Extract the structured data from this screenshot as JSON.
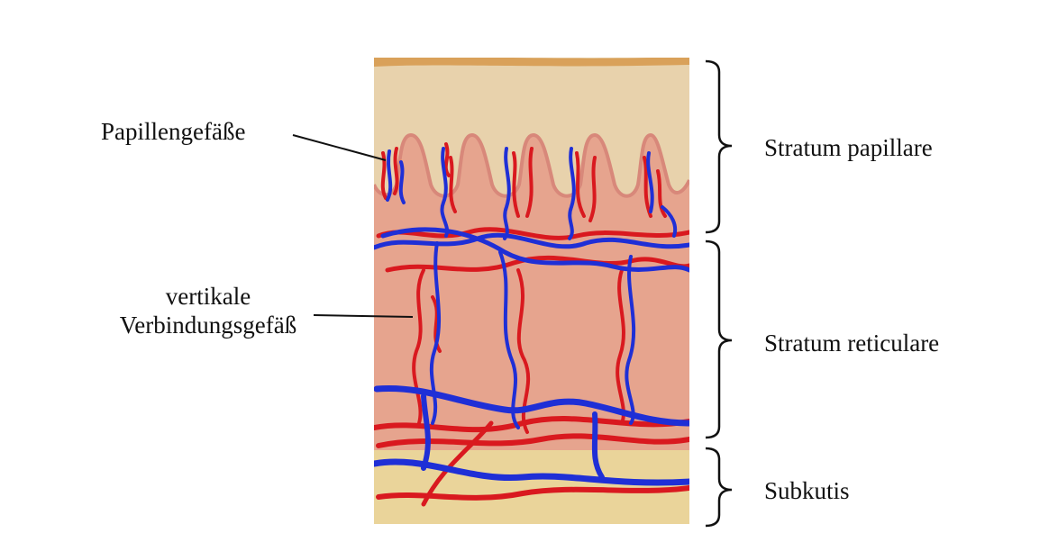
{
  "labels": {
    "papillengefaesse": "Papillengefäße",
    "vertikal_line1": "vertikale",
    "vertikal_line2": "Verbindungsgefäß",
    "stratum_papillare": "Stratum papillare",
    "stratum_reticulare": "Stratum reticulare",
    "subkutis": "Subkutis"
  },
  "colors": {
    "epidermis_top": "#d9a15a",
    "epidermis": "#e8d2ac",
    "dermis": "#e6a48e",
    "papilla_outline": "#d8887a",
    "subcutis": "#ead49a",
    "artery": "#d9191f",
    "vein": "#1f2fd6",
    "brace": "#111111"
  }
}
